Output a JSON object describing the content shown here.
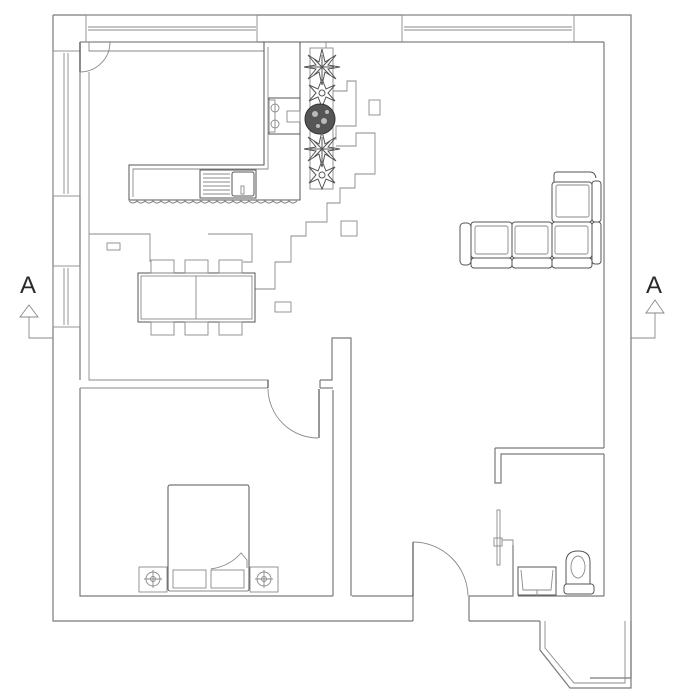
{
  "drawing": {
    "type": "architectural floor plan",
    "section_markers": [
      {
        "id": "section-marker-left",
        "label": "A",
        "side": "left"
      },
      {
        "id": "section-marker-right",
        "label": "A",
        "side": "right"
      }
    ],
    "rooms": [
      {
        "name": "kitchen-dining",
        "furniture": [
          "L-shaped counter",
          "sink",
          "hob",
          "dining table",
          "6 chairs"
        ]
      },
      {
        "name": "living-room",
        "furniture": [
          "corner sofa (4 seats)",
          "planter with 5 plants"
        ]
      },
      {
        "name": "bedroom",
        "furniture": [
          "double bed",
          "2 nightstands with lamps"
        ]
      },
      {
        "name": "bathroom",
        "furniture": [
          "washbasin",
          "toilet",
          "shower"
        ]
      },
      {
        "name": "hallway"
      },
      {
        "name": "balcony"
      }
    ],
    "colors": {
      "line": "#7a7a7a",
      "furniture": "#555555",
      "background": "#ffffff",
      "text": "#2a2a2a"
    }
  }
}
